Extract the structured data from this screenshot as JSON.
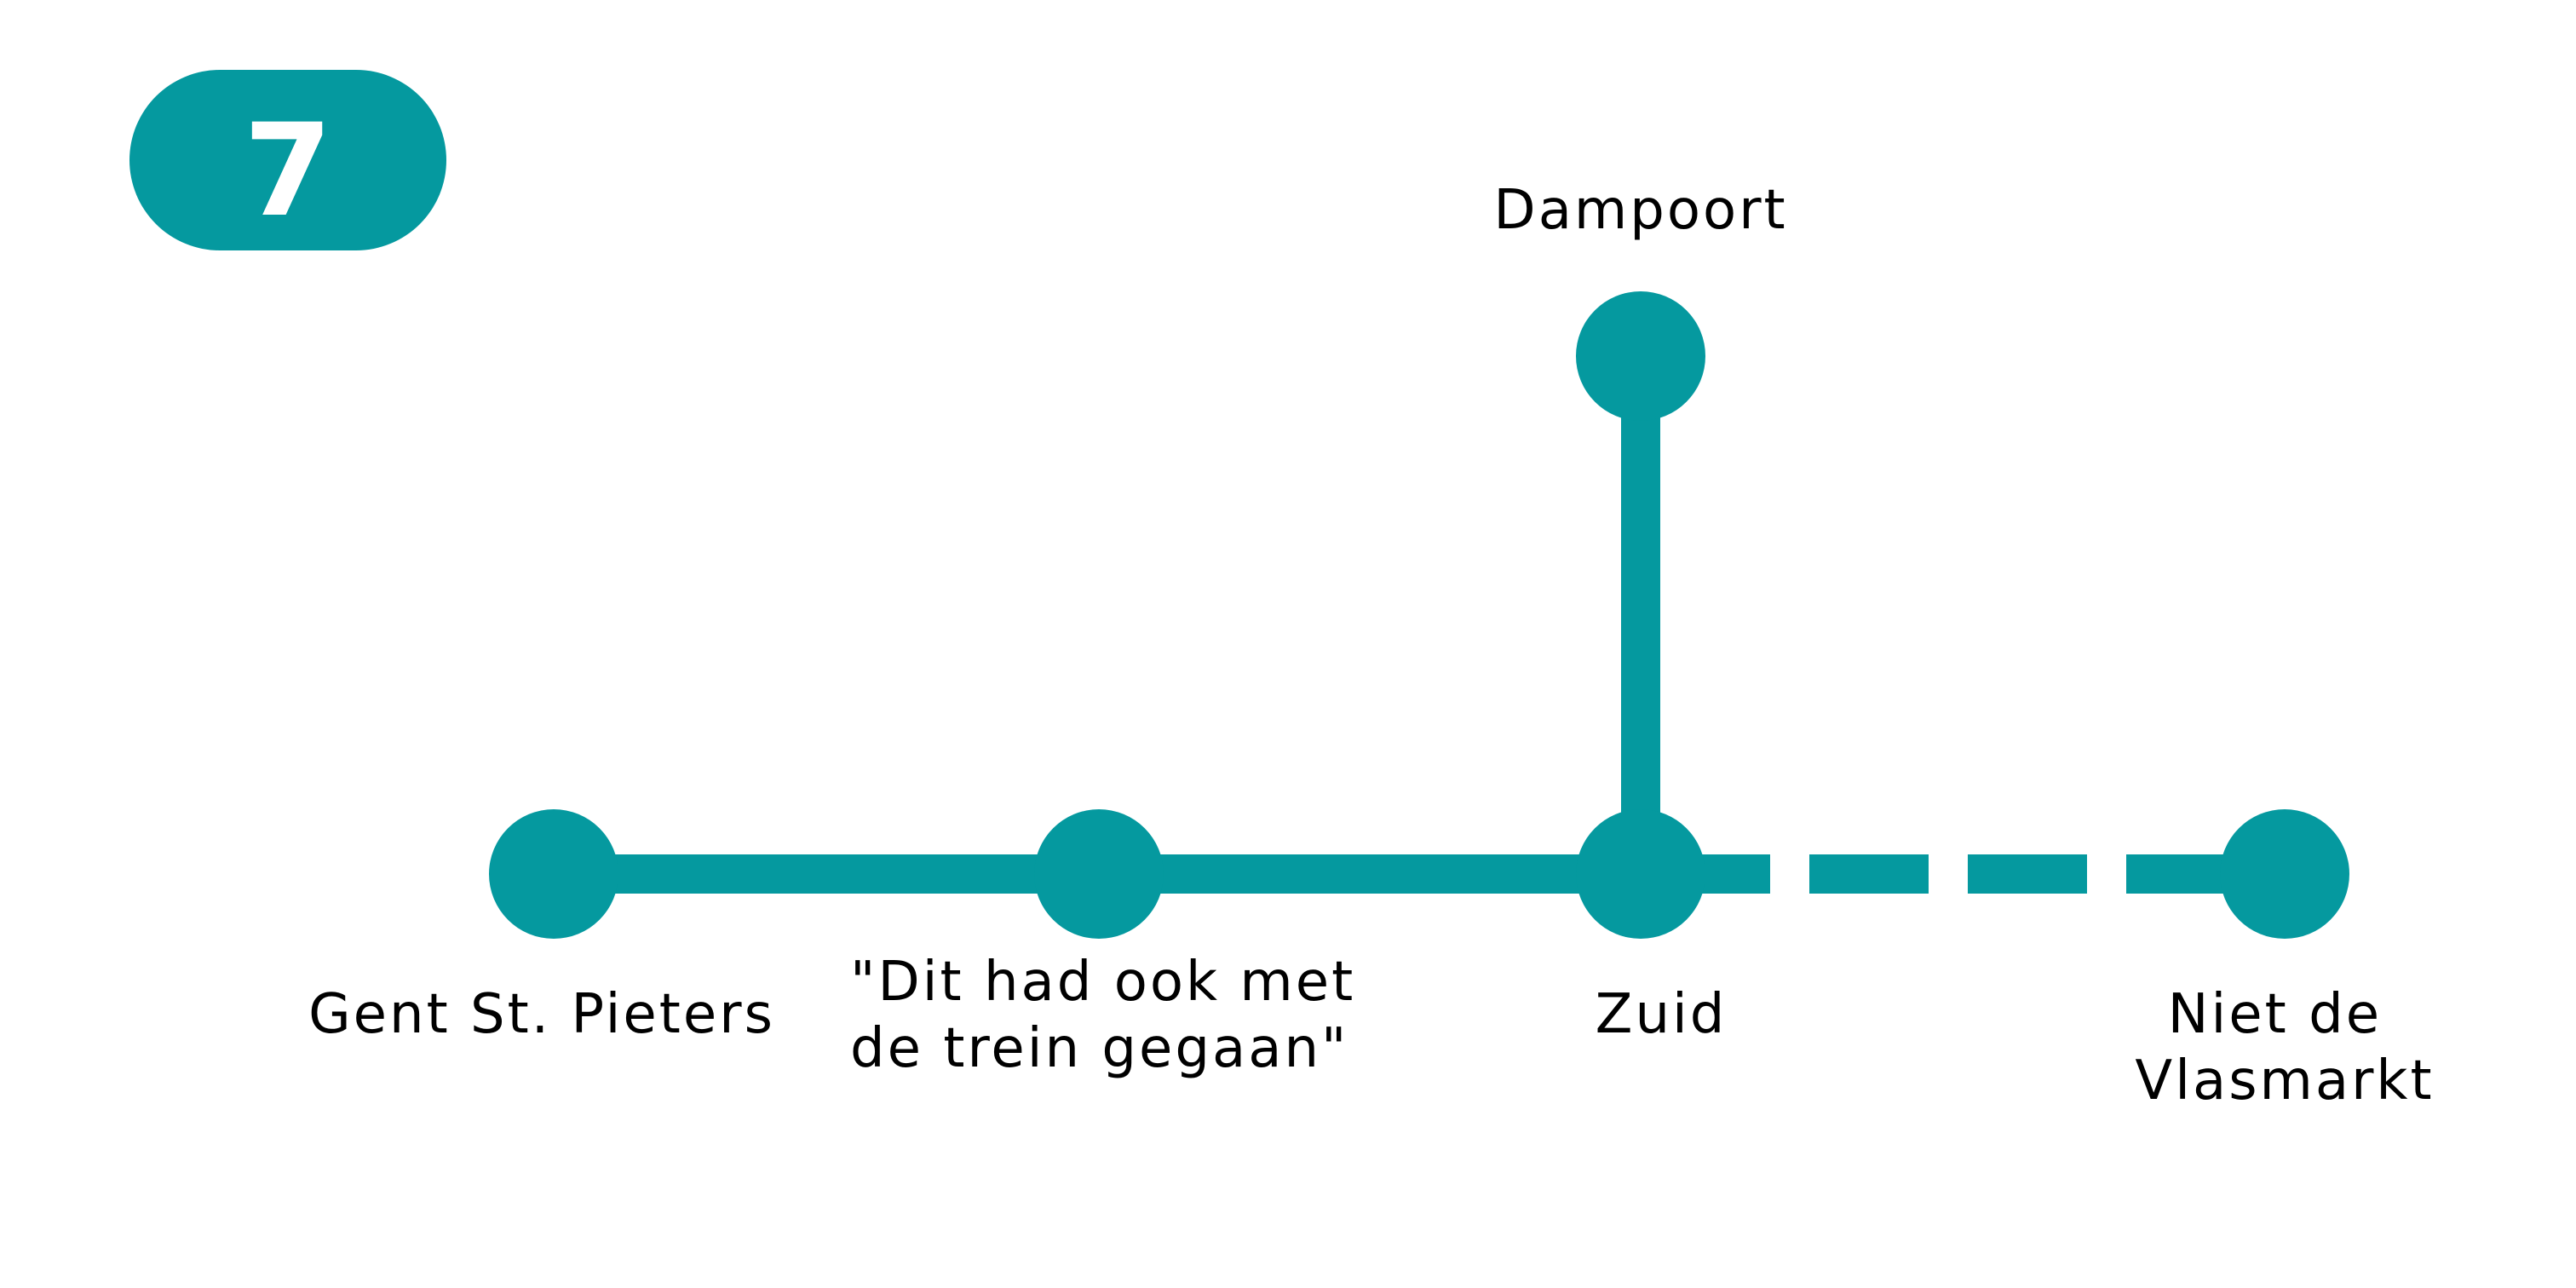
{
  "line": {
    "number": "7",
    "color": "#05999f",
    "text_color": "#ffffff"
  },
  "stations": [
    {
      "id": "gent-st-pieters",
      "label_lines": [
        "Gent St. Pieters"
      ]
    },
    {
      "id": "dit-had-ook",
      "label_lines": [
        "\"Dit had ook met",
        "de trein gegaan\""
      ]
    },
    {
      "id": "zuid",
      "label_lines": [
        "Zuid"
      ]
    },
    {
      "id": "dampoort",
      "label_lines": [
        "Dampoort"
      ]
    },
    {
      "id": "niet-de-vlasmarkt",
      "label_lines": [
        "Niet de",
        "Vlasmarkt"
      ]
    }
  ],
  "connections": [
    {
      "from": "gent-st-pieters",
      "to": "dit-had-ook",
      "style": "solid"
    },
    {
      "from": "dit-had-ook",
      "to": "zuid",
      "style": "solid"
    },
    {
      "from": "zuid",
      "to": "dampoort",
      "style": "solid"
    },
    {
      "from": "zuid",
      "to": "niet-de-vlasmarkt",
      "style": "dashed"
    }
  ]
}
